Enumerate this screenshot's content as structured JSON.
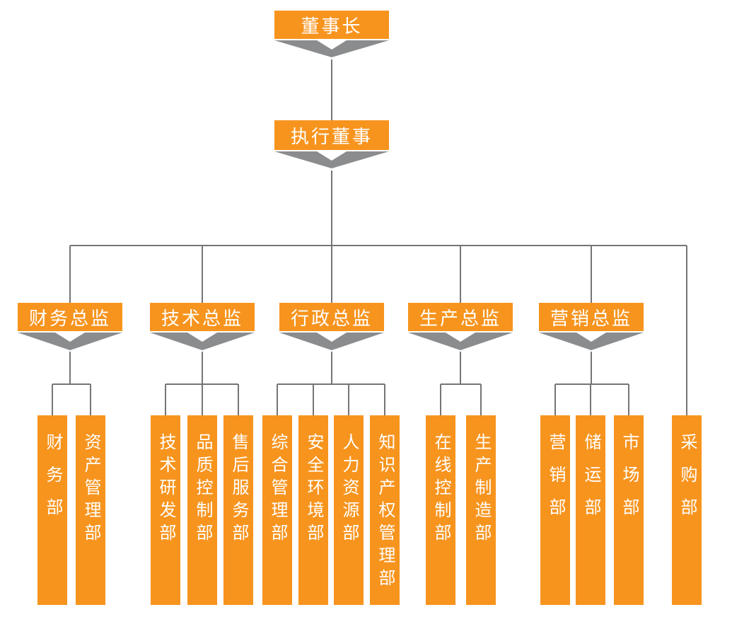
{
  "org_chart": {
    "chairman": "董事长",
    "executive_director": "执行董事",
    "directors": [
      {
        "label": "财务总监",
        "departments": [
          "财务部",
          "资产管理部"
        ]
      },
      {
        "label": "技术总监",
        "departments": [
          "技术研发部",
          "品质控制部",
          "售后服务部"
        ]
      },
      {
        "label": "行政总监",
        "departments": [
          "综合管理部",
          "安全环境部",
          "人力资源部",
          "知识产权管理部"
        ]
      },
      {
        "label": "生产总监",
        "departments": [
          "在线控制部",
          "生产制造部"
        ]
      },
      {
        "label": "营销总监",
        "departments": [
          "营销部",
          "储运部",
          "市场部"
        ]
      }
    ],
    "standalone_department": "采购部",
    "colors": {
      "node_orange": "#F7941E",
      "arrow_gray": "#8A8C8E",
      "line_gray": "#757575",
      "label_white": "#FFFFFF"
    }
  }
}
